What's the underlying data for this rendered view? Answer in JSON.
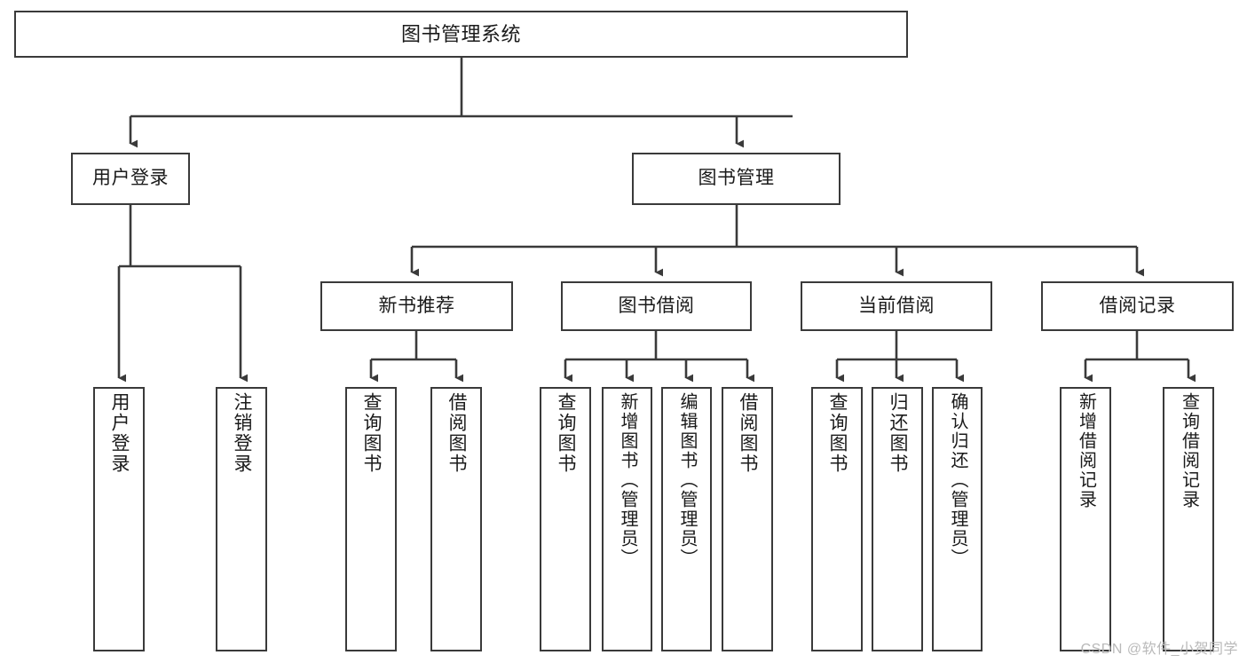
{
  "diagram": {
    "title": "图书管理系统",
    "type": "tree",
    "root": {
      "id": "root",
      "label": "图书管理系统",
      "orientation": "horizontal"
    },
    "level1": [
      {
        "id": "user-login",
        "label": "用户登录",
        "orientation": "horizontal"
      },
      {
        "id": "book-management",
        "label": "图书管理",
        "orientation": "horizontal"
      }
    ],
    "level2": [
      {
        "id": "new-book-recommend",
        "label": "新书推荐",
        "parent": "book-management",
        "orientation": "horizontal"
      },
      {
        "id": "book-borrow",
        "label": "图书借阅",
        "parent": "book-management",
        "orientation": "horizontal"
      },
      {
        "id": "current-borrow",
        "label": "当前借阅",
        "parent": "book-management",
        "orientation": "horizontal"
      },
      {
        "id": "borrow-record",
        "label": "借阅记录",
        "parent": "book-management",
        "orientation": "horizontal"
      }
    ],
    "leaves": [
      {
        "id": "leaf-user-login",
        "label": "用户登录",
        "parent": "user-login",
        "orientation": "vertical"
      },
      {
        "id": "leaf-user-logout",
        "label": "注销登录",
        "parent": "user-login",
        "orientation": "vertical"
      },
      {
        "id": "leaf-query-book-1",
        "label": "查询图书",
        "parent": "new-book-recommend",
        "orientation": "vertical"
      },
      {
        "id": "leaf-borrow-book-1",
        "label": "借阅图书",
        "parent": "new-book-recommend",
        "orientation": "vertical"
      },
      {
        "id": "leaf-query-book-2",
        "label": "查询图书",
        "parent": "book-borrow",
        "orientation": "vertical"
      },
      {
        "id": "leaf-add-book",
        "label": "新增图书（管理员）",
        "parent": "book-borrow",
        "orientation": "vertical"
      },
      {
        "id": "leaf-edit-book",
        "label": "编辑图书（管理员）",
        "parent": "book-borrow",
        "orientation": "vertical"
      },
      {
        "id": "leaf-borrow-book-2",
        "label": "借阅图书",
        "parent": "book-borrow",
        "orientation": "vertical"
      },
      {
        "id": "leaf-query-book-3",
        "label": "查询图书",
        "parent": "current-borrow",
        "orientation": "vertical"
      },
      {
        "id": "leaf-return-book",
        "label": "归还图书",
        "parent": "current-borrow",
        "orientation": "vertical"
      },
      {
        "id": "leaf-confirm-return",
        "label": "确认归还（管理员）",
        "parent": "current-borrow",
        "orientation": "vertical"
      },
      {
        "id": "leaf-add-record",
        "label": "新增借阅记录",
        "parent": "borrow-record",
        "orientation": "vertical"
      },
      {
        "id": "leaf-query-record",
        "label": "查询借阅记录",
        "parent": "borrow-record",
        "orientation": "vertical"
      }
    ]
  },
  "watermark": {
    "text": "CSDN @软件_小贺同学"
  },
  "colors": {
    "border": "#3a3a3a",
    "background": "#ffffff",
    "text": "#1a1a1a",
    "watermark": "#b9b9b9"
  }
}
